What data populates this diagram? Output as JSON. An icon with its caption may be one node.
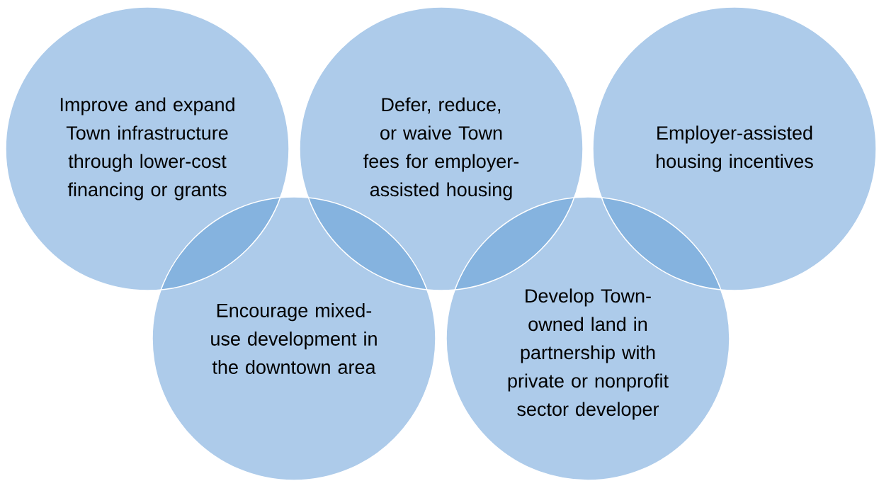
{
  "diagram": {
    "nodes": [
      {
        "text": [
          "Improve and expand Town infrastructure through lower-cost financing or grants"
        ]
      },
      {
        "text": [
          "Defer, reduce, or waive Town fees for employer-assisted housing"
        ]
      },
      {
        "text": [
          "Employer-assisted housing incentives"
        ]
      },
      {
        "text": [
          "Encourage mixed-use development in the downtown area"
        ]
      },
      {
        "text": [
          "Develop Town-owned land in partnership with private or nonprofit sector developer"
        ]
      }
    ]
  }
}
